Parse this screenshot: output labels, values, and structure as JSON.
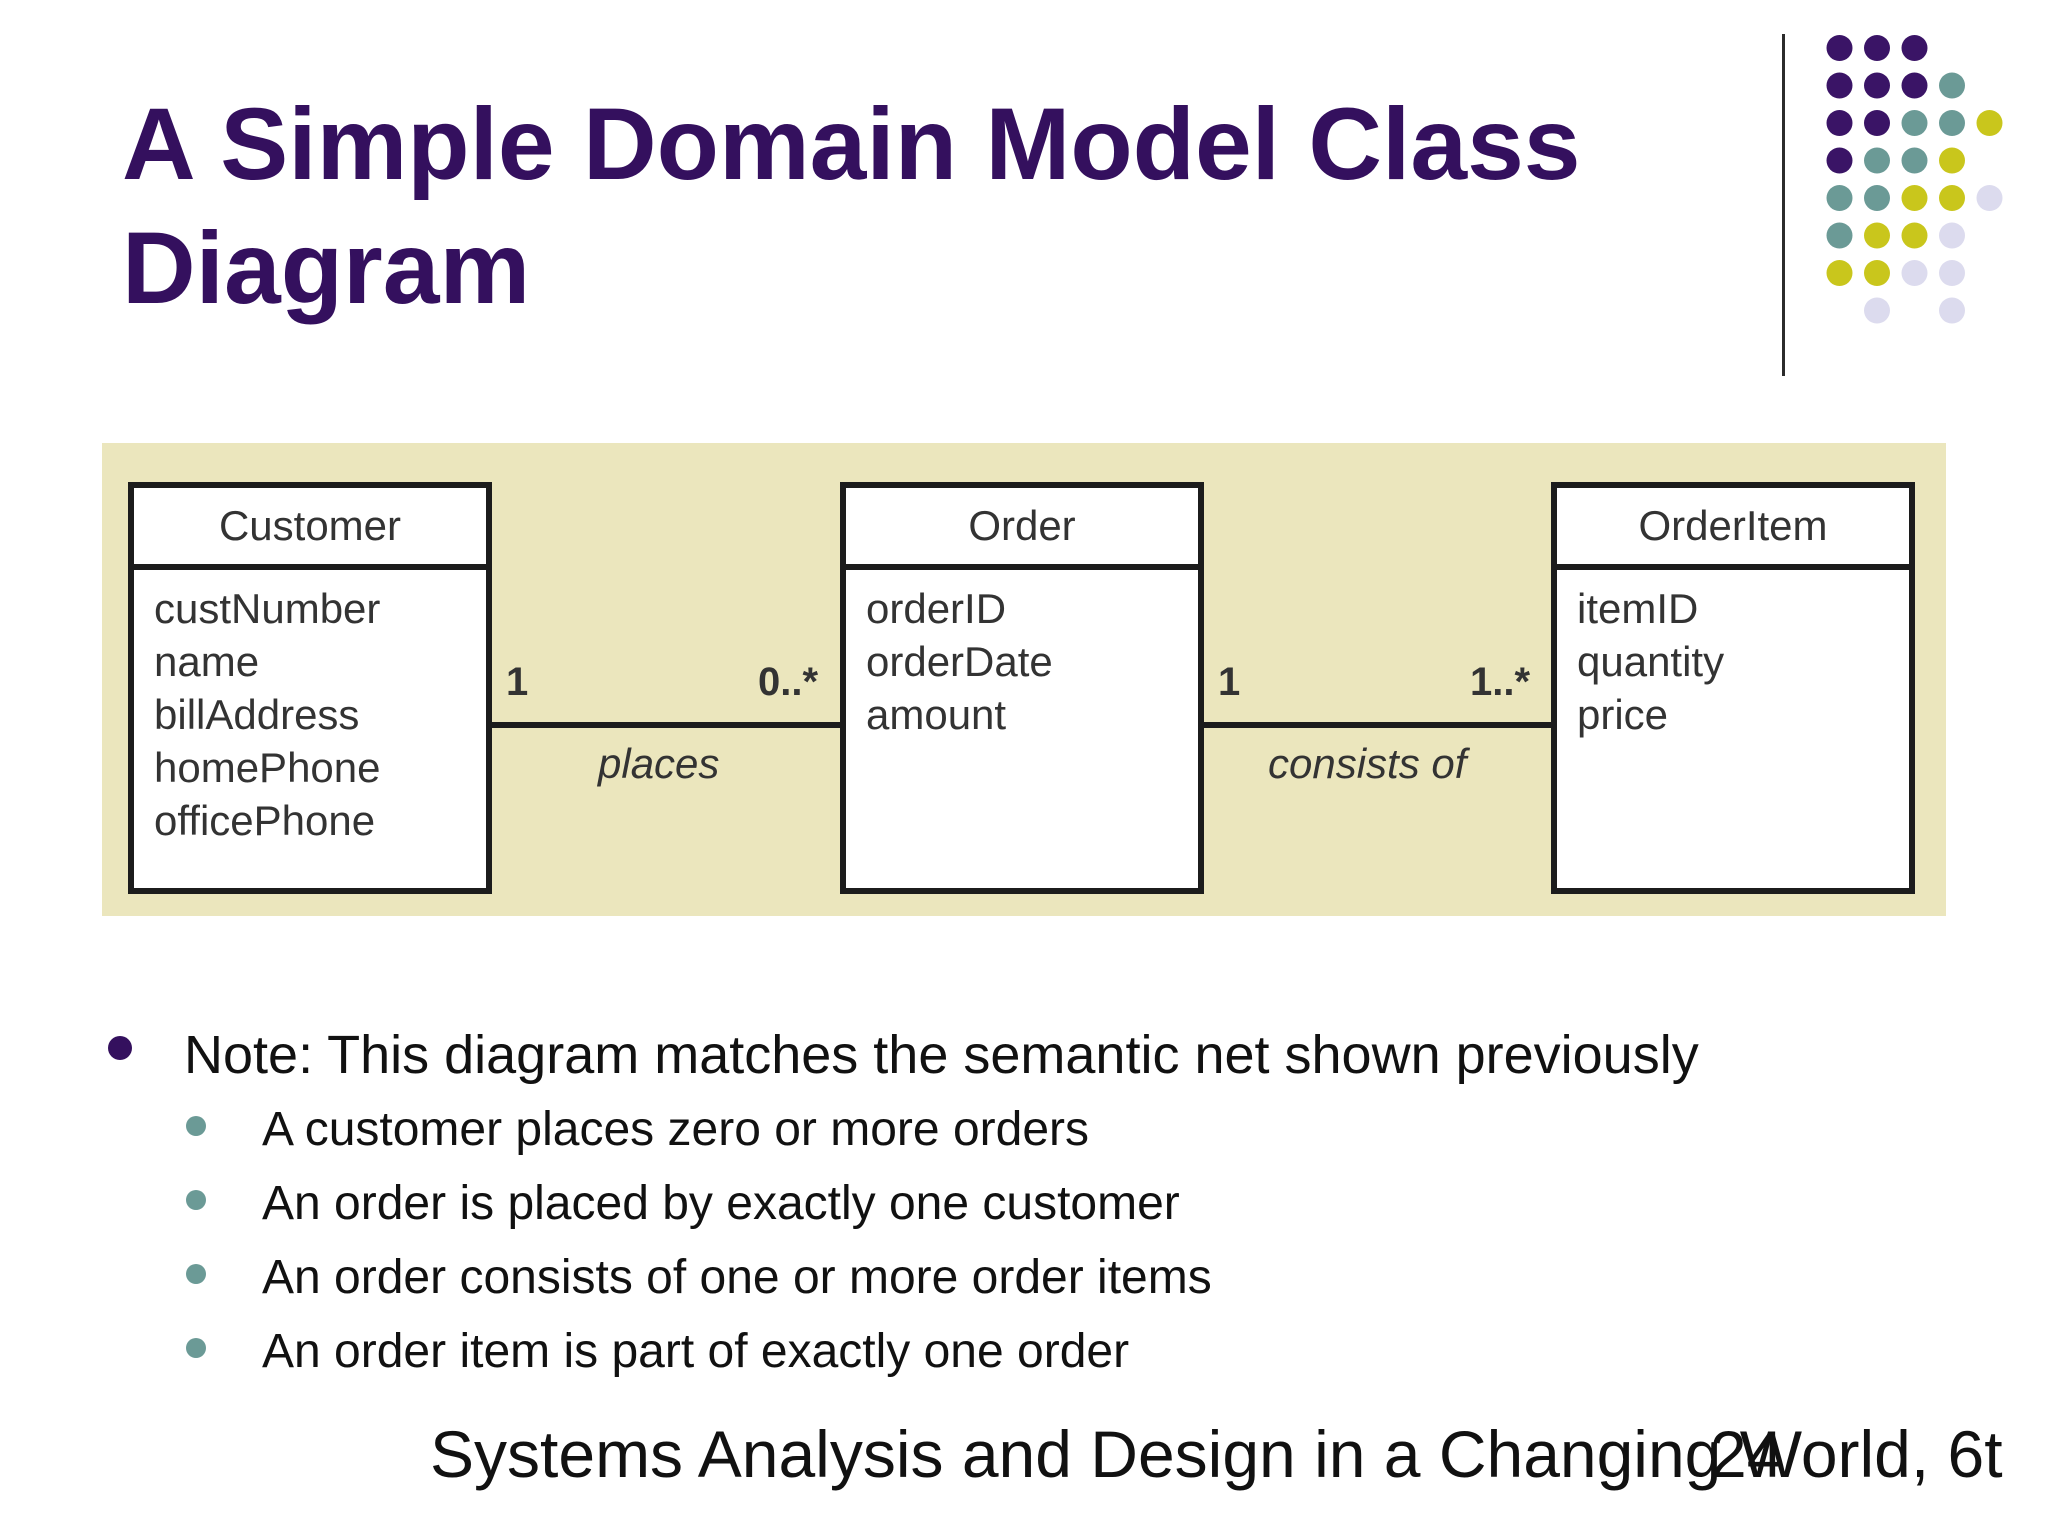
{
  "slide": {
    "title": "A Simple Domain Model Class Diagram",
    "footer": "Systems Analysis and Design in a Changing World, 6t",
    "page_number": "24"
  },
  "colors": {
    "title": "#34105e",
    "panel": "#ebe6bd",
    "dot_purple": "#3a1466",
    "dot_teal": "#6b9a96",
    "dot_olive": "#c9c61c",
    "dot_lavender": "#dcdbee"
  },
  "diagram": {
    "classes": [
      {
        "name": "Customer",
        "attributes": [
          "custNumber",
          "name",
          "billAddress",
          "homePhone",
          "officePhone"
        ]
      },
      {
        "name": "Order",
        "attributes": [
          "orderID",
          "orderDate",
          "amount"
        ]
      },
      {
        "name": "OrderItem",
        "attributes": [
          "itemID",
          "quantity",
          "price"
        ]
      }
    ],
    "associations": [
      {
        "label": "places",
        "from_mult": "1",
        "to_mult": "0..*"
      },
      {
        "label": "consists of",
        "from_mult": "1",
        "to_mult": "1..*"
      }
    ]
  },
  "bullets": {
    "main": "Note: This diagram matches the semantic net shown previously",
    "sub": [
      "A customer places zero or more orders",
      "An order is placed by exactly one customer",
      "An order consists of one or more order items",
      "An order item is part of exactly one order"
    ]
  }
}
